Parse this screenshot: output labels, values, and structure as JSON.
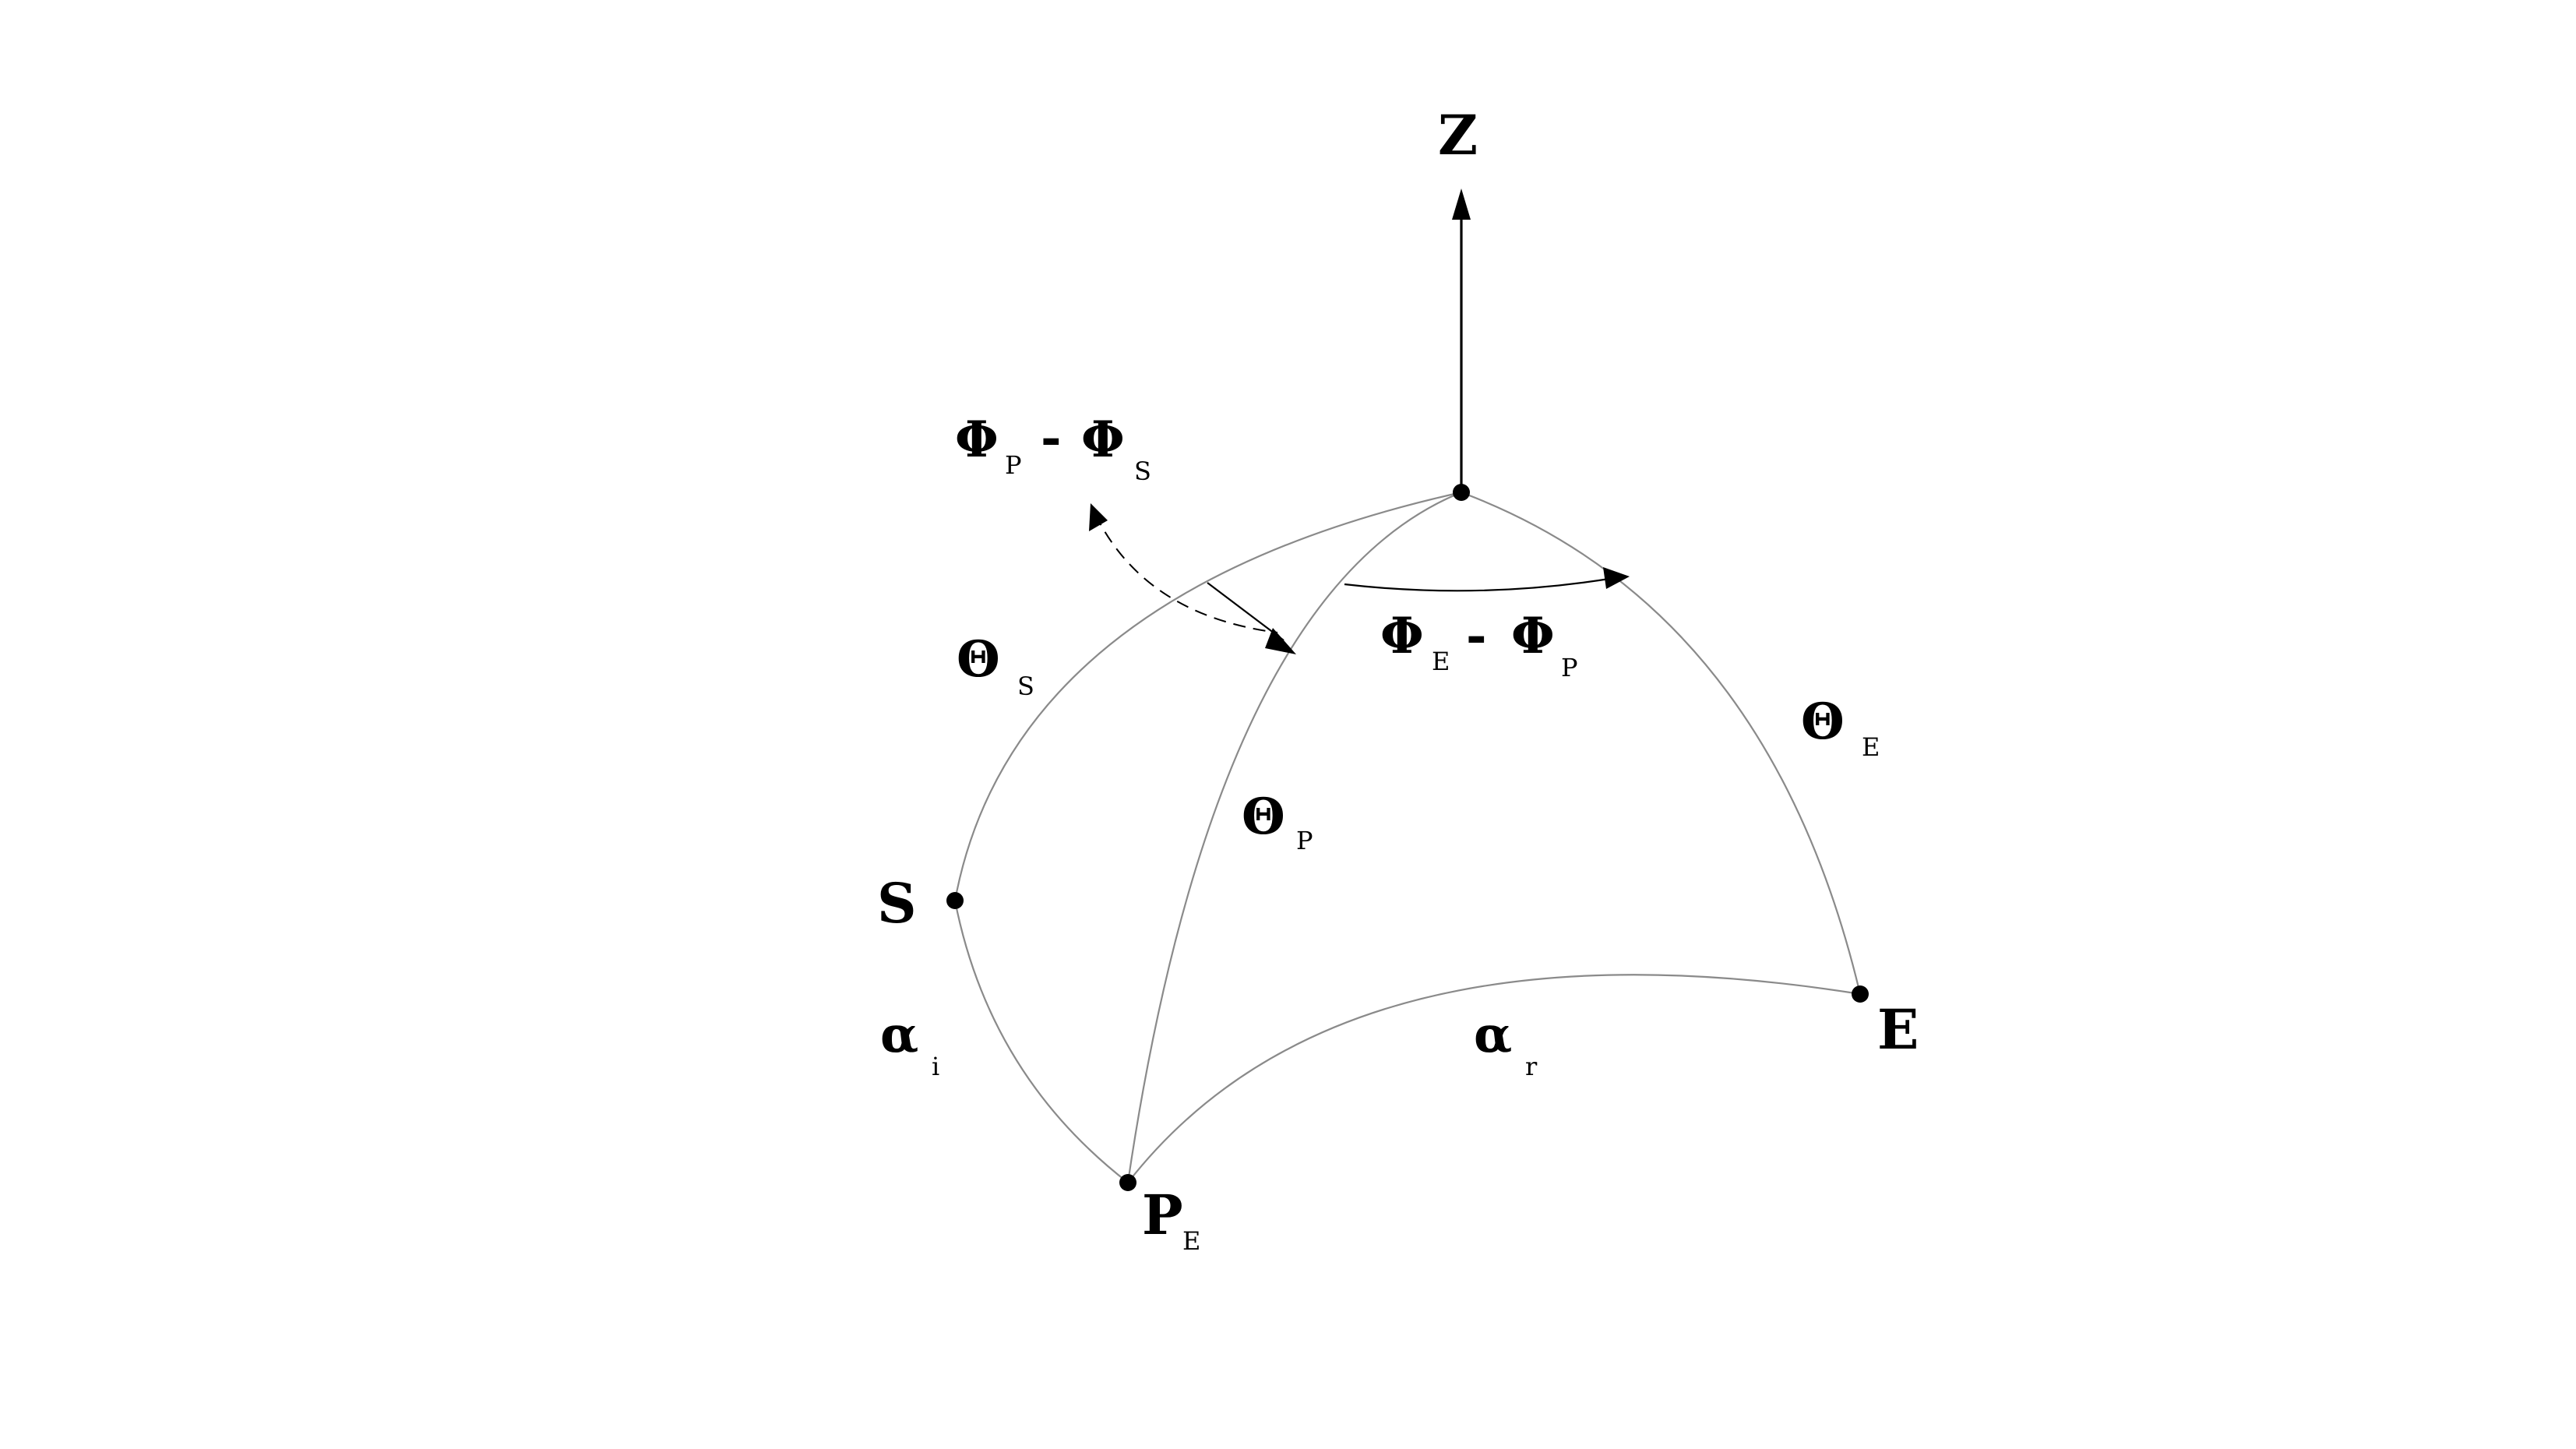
{
  "labels": {
    "z_axis": "Z",
    "point_s": "S",
    "point_e": "E",
    "point_pe": "P",
    "point_pe_sub": "E",
    "theta": "Θ",
    "phi": "Φ",
    "alpha": "α",
    "minus": "-",
    "sub_s": "S",
    "sub_p": "P",
    "sub_e": "E",
    "sub_i": "i",
    "sub_r": "r"
  },
  "colors": {
    "arc_line": "#8a8a8a",
    "ink": "#000000",
    "background": "#ffffff"
  }
}
